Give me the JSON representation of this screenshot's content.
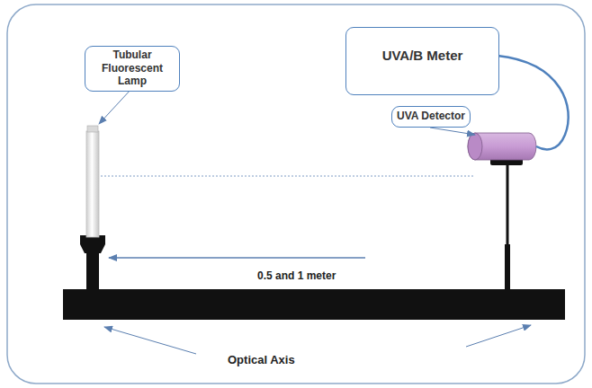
{
  "diagram": {
    "nodes": [
      {
        "text": [
          "Tubular Fluorescent Lamp"
        ]
      },
      {
        "text": [
          "UVA/B Meter"
        ]
      },
      {
        "text": [
          "UVA Detector"
        ]
      }
    ],
    "labels": [
      "0.5 and 1 meter",
      "Optical Axis"
    ]
  }
}
